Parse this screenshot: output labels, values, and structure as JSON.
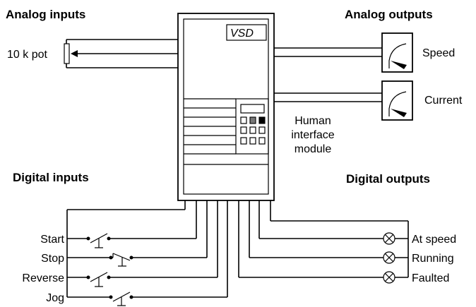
{
  "headings": {
    "analog_inputs": "Analog inputs",
    "analog_outputs": "Analog outputs",
    "digital_inputs": "Digital inputs",
    "digital_outputs": "Digital outputs"
  },
  "vsd_label": "VSD",
  "pot_label": "10 k pot",
  "meters": [
    "Speed",
    "Current"
  ],
  "him_label": [
    "Human",
    "interface",
    "module"
  ],
  "digital_inputs": [
    "Start",
    "Stop",
    "Reverse",
    "Jog"
  ],
  "digital_outputs": [
    "At speed",
    "Running",
    "Faulted"
  ]
}
